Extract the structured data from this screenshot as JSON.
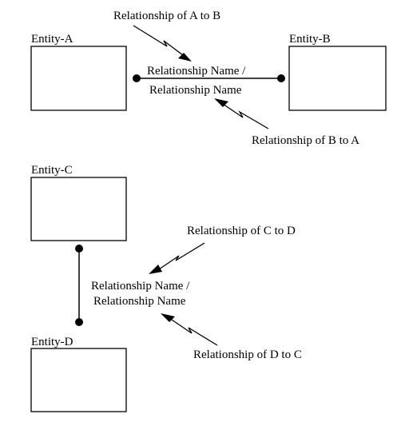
{
  "colors": {
    "ink": "#000000",
    "background": "#ffffff"
  },
  "entities": {
    "a": "Entity-A",
    "b": "Entity-B",
    "c": "Entity-C",
    "d": "Entity-D"
  },
  "relationship_ab": {
    "name_line1": "Relationship Name /",
    "name_line2": "Relationship Name",
    "a_to_b": "Relationship of A to B",
    "b_to_a": "Relationship of B to A"
  },
  "relationship_cd": {
    "name_line1": "Relationship Name /",
    "name_line2": "Relationship Name",
    "c_to_d": "Relationship of C to D",
    "d_to_c": "Relationship of D to C"
  }
}
